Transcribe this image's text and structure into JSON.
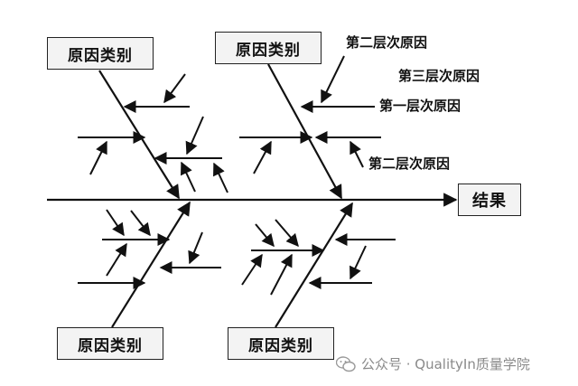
{
  "category_boxes": {
    "top_left": "原因类别",
    "top_right": "原因类别",
    "bottom_left": "原因类别",
    "bottom_right": "原因类别"
  },
  "result_box": "结果",
  "labels": {
    "second_level_top": "第二层次原因",
    "third_level": "第三层次原因",
    "first_level": "第一层次原因",
    "second_level_mid": "第二层次原因"
  },
  "watermark": {
    "icon": "wechat-icon",
    "text": "公众号 · QualityIn质量学院"
  },
  "colors": {
    "line": "#111111",
    "box_fill": "#f3f3f3",
    "watermark": "#8a8a8a"
  }
}
